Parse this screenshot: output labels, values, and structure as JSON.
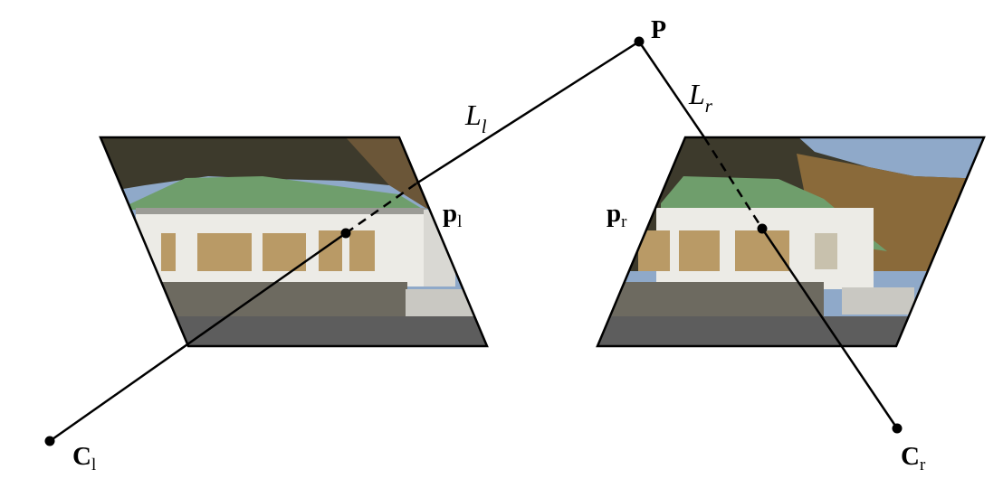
{
  "labels": {
    "point_main": "P",
    "line_left_main": "L",
    "line_left_sub": "l",
    "line_right_main": "L",
    "line_right_sub": "r",
    "proj_left_main": "p",
    "proj_left_sub": "l",
    "proj_right_main": "p",
    "proj_right_sub": "r",
    "cam_left_main": "C",
    "cam_left_sub": "l",
    "cam_right_main": "C",
    "cam_right_sub": "r"
  },
  "colors": {
    "line": "#000000",
    "sky": "#8fa9c9",
    "trees_dark": "#3d3a2c",
    "trees_autumn": "#8a6a3a",
    "roof": "#6f9e6c",
    "wall": "#ecebe6",
    "hedge": "#6d6a60",
    "ground": "#5d5d5d"
  },
  "images": {
    "left": "photo of a white building with green roof (left view)",
    "right": "photo of a white building with green roof (right view)"
  }
}
